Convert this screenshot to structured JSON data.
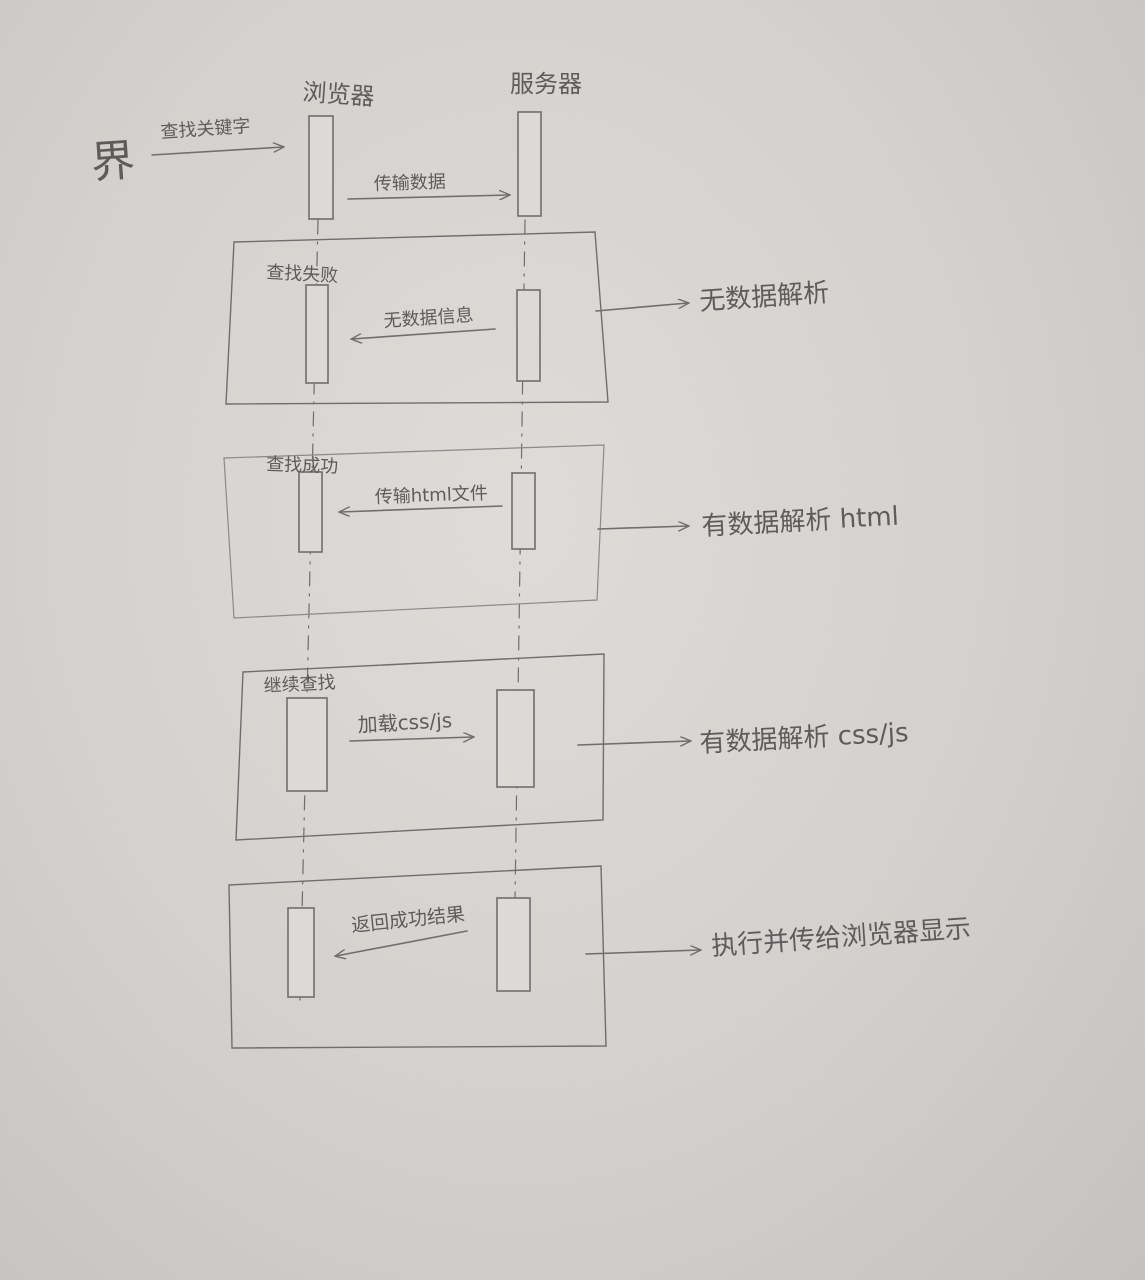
{
  "participants": {
    "user": "界",
    "browser": "浏览器",
    "server": "服务器"
  },
  "messages": {
    "search_keyword": "查找关键字",
    "transfer_data": "传输数据",
    "no_data_info": "无数据信息",
    "transfer_html": "传输html文件",
    "load_css_js": "加载css/js",
    "return_success": "返回成功结果"
  },
  "frames": {
    "fail": "查找失败",
    "success": "查找成功",
    "continue": "继续查找"
  },
  "notes": {
    "no_data": "无数据解析",
    "html_parse": "有数据解析 html",
    "cssjs_parse": "有数据解析 css/js",
    "execute": "执行并传给浏览器显示"
  },
  "colors": {
    "pencil": "#6e6e6e",
    "pencil_light": "#8a8a8a"
  }
}
